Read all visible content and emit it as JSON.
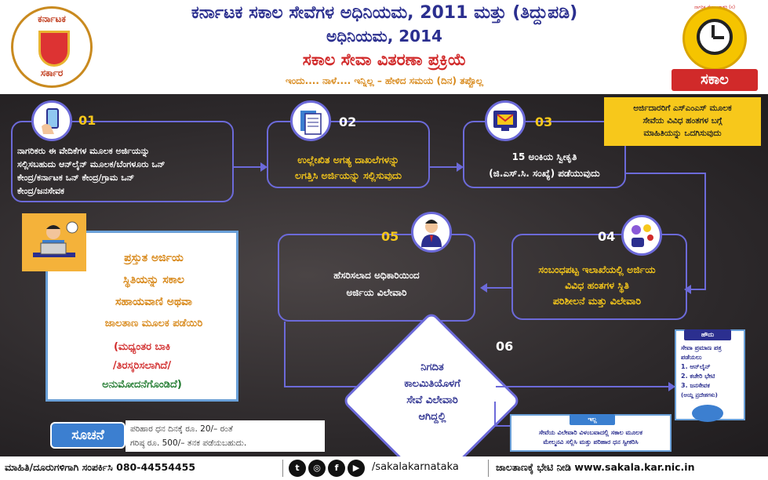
{
  "header": {
    "title_line1": "ಕರ್ನಾಟಕ ಸಕಾಲ ಸೇವೆಗಳ ಅಧಿನಿಯಮ, 2011 ಮತ್ತು (ತಿದ್ದುಪಡಿ)",
    "title_line2": "ಅಧಿನಿಯಮ, 2014",
    "title_line3": "ಸಕಾಲ ಸೇವಾ ವಿತರಣಾ ಪ್ರಕ್ರಿಯೆ",
    "tagline": "ಇಂದು.... ನಾಳೆ.... ಇನ್ನಿಲ್ಲ – ಹೇಳಿದ ಸಮಯ (ದಿನ) ತಪ್ಪೊಲ್ಲ"
  },
  "emblem": {
    "text_top": "ಕರ್ನಾಟಕ",
    "text_bottom": "ಸರ್ಕಾರ"
  },
  "logo": {
    "word": "ಸಕಾಲ",
    "ring_text": "ನಾಗರಿಕ ಸೇವಾ ಖಾತರಿ (ಸ)"
  },
  "colors": {
    "navy": "#2b2f8f",
    "red": "#d12a2a",
    "yellow": "#f7c81b",
    "orange": "#d8891b",
    "purple_line": "#6c6ad9",
    "green": "#1f7a2e"
  },
  "steps": [
    {
      "number": "01",
      "icon": "smartphone-hand-icon",
      "text_lines": [
        "ನಾಗರಿಕರು ಈ ವೇದಿಕೆಗಳ ಮೂಲಕ ಅರ್ಜಿಯನ್ನು",
        "ಸಲ್ಲಿಸಬಹುದು ಆನ್‌ಲೈನ್ ಮೂಲಕ/ಬೆಂಗಳೂರು ಒನ್",
        "ಕೇಂದ್ರ/ಕರ್ನಾಟಕ ಒನ್ ಕೇಂದ್ರ/ಗ್ರಾಮ ಒನ್",
        "ಕೇಂದ್ರ/ಜನಸೇವಕ"
      ]
    },
    {
      "number": "02",
      "icon": "documents-icon",
      "text_lines": [
        "ಉಲ್ಲೇಖಿತ ಅಗತ್ಯ ದಾಖಲೆಗಳನ್ನು",
        "ಲಗತ್ತಿಸಿ ಅರ್ಜಿಯನ್ನು ಸಲ್ಲಿಸುವುದು"
      ]
    },
    {
      "number": "03",
      "icon": "envelope-screen-icon",
      "text_lines": [
        "15 ಅಂಕಿಯ ಸ್ವೀಕೃತಿ",
        "(ಜಿ.ಎಸ್.ಸಿ. ಸಂಖ್ಯೆ) ಪಡೆಯುವುದು"
      ]
    },
    {
      "number": "04",
      "icon": "team-chat-icon",
      "text_lines": [
        "ಸಂಬಂಧಪಟ್ಟ ಇಲಾಖೆಯಲ್ಲಿ ಅರ್ಜಿಯ",
        "ವಿವಿಧ ಹಂತಗಳ ಸ್ಥಿತಿ",
        "ಪರಿಶೀಲನೆ ಮತ್ತು ವಿಲೇವಾರಿ"
      ]
    },
    {
      "number": "05",
      "icon": "officer-icon",
      "text_lines": [
        "ಹೆಸರಿಸಲಾದ ಅಧಿಕಾರಿಯಿಂದ",
        "ಅರ್ಜಿಯ ವಿಲೇವಾರಿ"
      ]
    },
    {
      "number": "06",
      "text_lines": [
        "ನಿಗದಿತ",
        "ಕಾಲಮಿತಿಯೊಳಗೆ",
        "ಸೇವೆ ವಿಲೇವಾರಿ",
        "ಆಗಿದ್ದಲ್ಲಿ"
      ]
    }
  ],
  "sms_note": [
    "ಅರ್ಜಿದಾರರಿಗೆ ಎಸ್‌ಎಂಎಸ್ ಮೂಲಕ",
    "ಸೇವೆಯ ವಿವಿಧ ಹಂತಗಳ ಬಗ್ಗೆ",
    "ಮಾಹಿತಿಯನ್ನು ಒದಗಿಸುವುದು"
  ],
  "status_card": {
    "lines_orange": [
      "ಪ್ರಸ್ತುತ ಅರ್ಜಿಯ",
      "ಸ್ಥಿತಿಯನ್ನು ಸಕಾಲ",
      "ಸಹಾಯವಾಣಿ ಅಥವಾ",
      "ಜಾಲತಾಣ ಮೂಲಕ ಪಡೆಯಿರಿ"
    ],
    "lines_red": [
      "(ಮಧ್ಯಂತರ ಬಾಕಿ",
      "/ತಿರಸ್ಕರಿಸಲಾಗಿದೆ/"
    ],
    "line_green": "ಅನುಮೋದನೆಗೊಂಡಿದೆ)"
  },
  "yes_card": {
    "header": "ಹೌದು",
    "lines": [
      "ಸೇವಾ ಪ್ರಮಾಣ ಪತ್ರ",
      "ಪಡೆಯಲು",
      "1. ಆನ್‌ಲೈನ್",
      "2. ಕಚೇರಿ ಭೇಟಿ",
      "3. ಜನಸೇವಕ",
      "(ಆಯ್ದ ಪ್ರದೇಶಗಳು)"
    ]
  },
  "no_card": {
    "header": "ಇಲ್ಲ",
    "lines": [
      "ಸೇವೆಯ ವಿಲೇವಾರಿ ವಿಳಂಬವಾದಲ್ಲಿ ಸಕಾಲ ಮೂಲಕ",
      "ಮೇಲ್ಮನವಿ ಸಲ್ಲಿಸಿ ಮತ್ತು ಪರಿಹಾರ ಧನ ಸ್ವೀಕರಿಸಿ"
    ]
  },
  "hint": {
    "label": "ಸೂಚನೆ",
    "lines": [
      "ಪರಿಹಾರ ಧನ ದಿನಕ್ಕೆ ರೂ. 20/– ರಂತೆ",
      "ಗರಿಷ್ಠ ರೂ. 500/– ತನಕ ಪಡೆಯಬಹುದು."
    ]
  },
  "footer": {
    "helpline": "ಮಾಹಿತಿ/ದೂರುಗಳಿಗಾಗಿ ಸಂಪರ್ಕಿಸಿ 080-44554455",
    "social_handle": "/sakalakarnataka",
    "website": "ಜಾಲತಾಣಕ್ಕೆ ಭೇಟಿ ನೀಡಿ www.sakala.kar.nic.in",
    "social_icons": [
      "twitter-icon",
      "instagram-icon",
      "facebook-icon",
      "youtube-icon"
    ]
  }
}
